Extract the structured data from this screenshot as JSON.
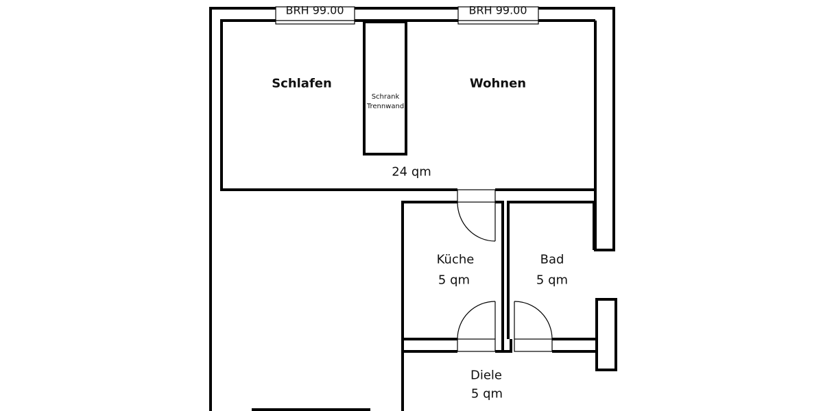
{
  "plan": {
    "windows": [
      {
        "label": "BRH 99.00"
      },
      {
        "label": "BRH 99.00"
      }
    ],
    "rooms": {
      "schlafen": {
        "name": "Schlafen"
      },
      "wohnen": {
        "name": "Wohnen",
        "area": "24 qm"
      },
      "schrank": {
        "line1": "Schrank",
        "line2": "Trennwand"
      },
      "kueche": {
        "name": "Küche",
        "area": "5 qm"
      },
      "bad": {
        "name": "Bad",
        "area": "5 qm"
      },
      "diele": {
        "name": "Diele",
        "area": "5 qm"
      }
    },
    "colors": {
      "wall": "#000000",
      "background": "#ffffff"
    }
  }
}
